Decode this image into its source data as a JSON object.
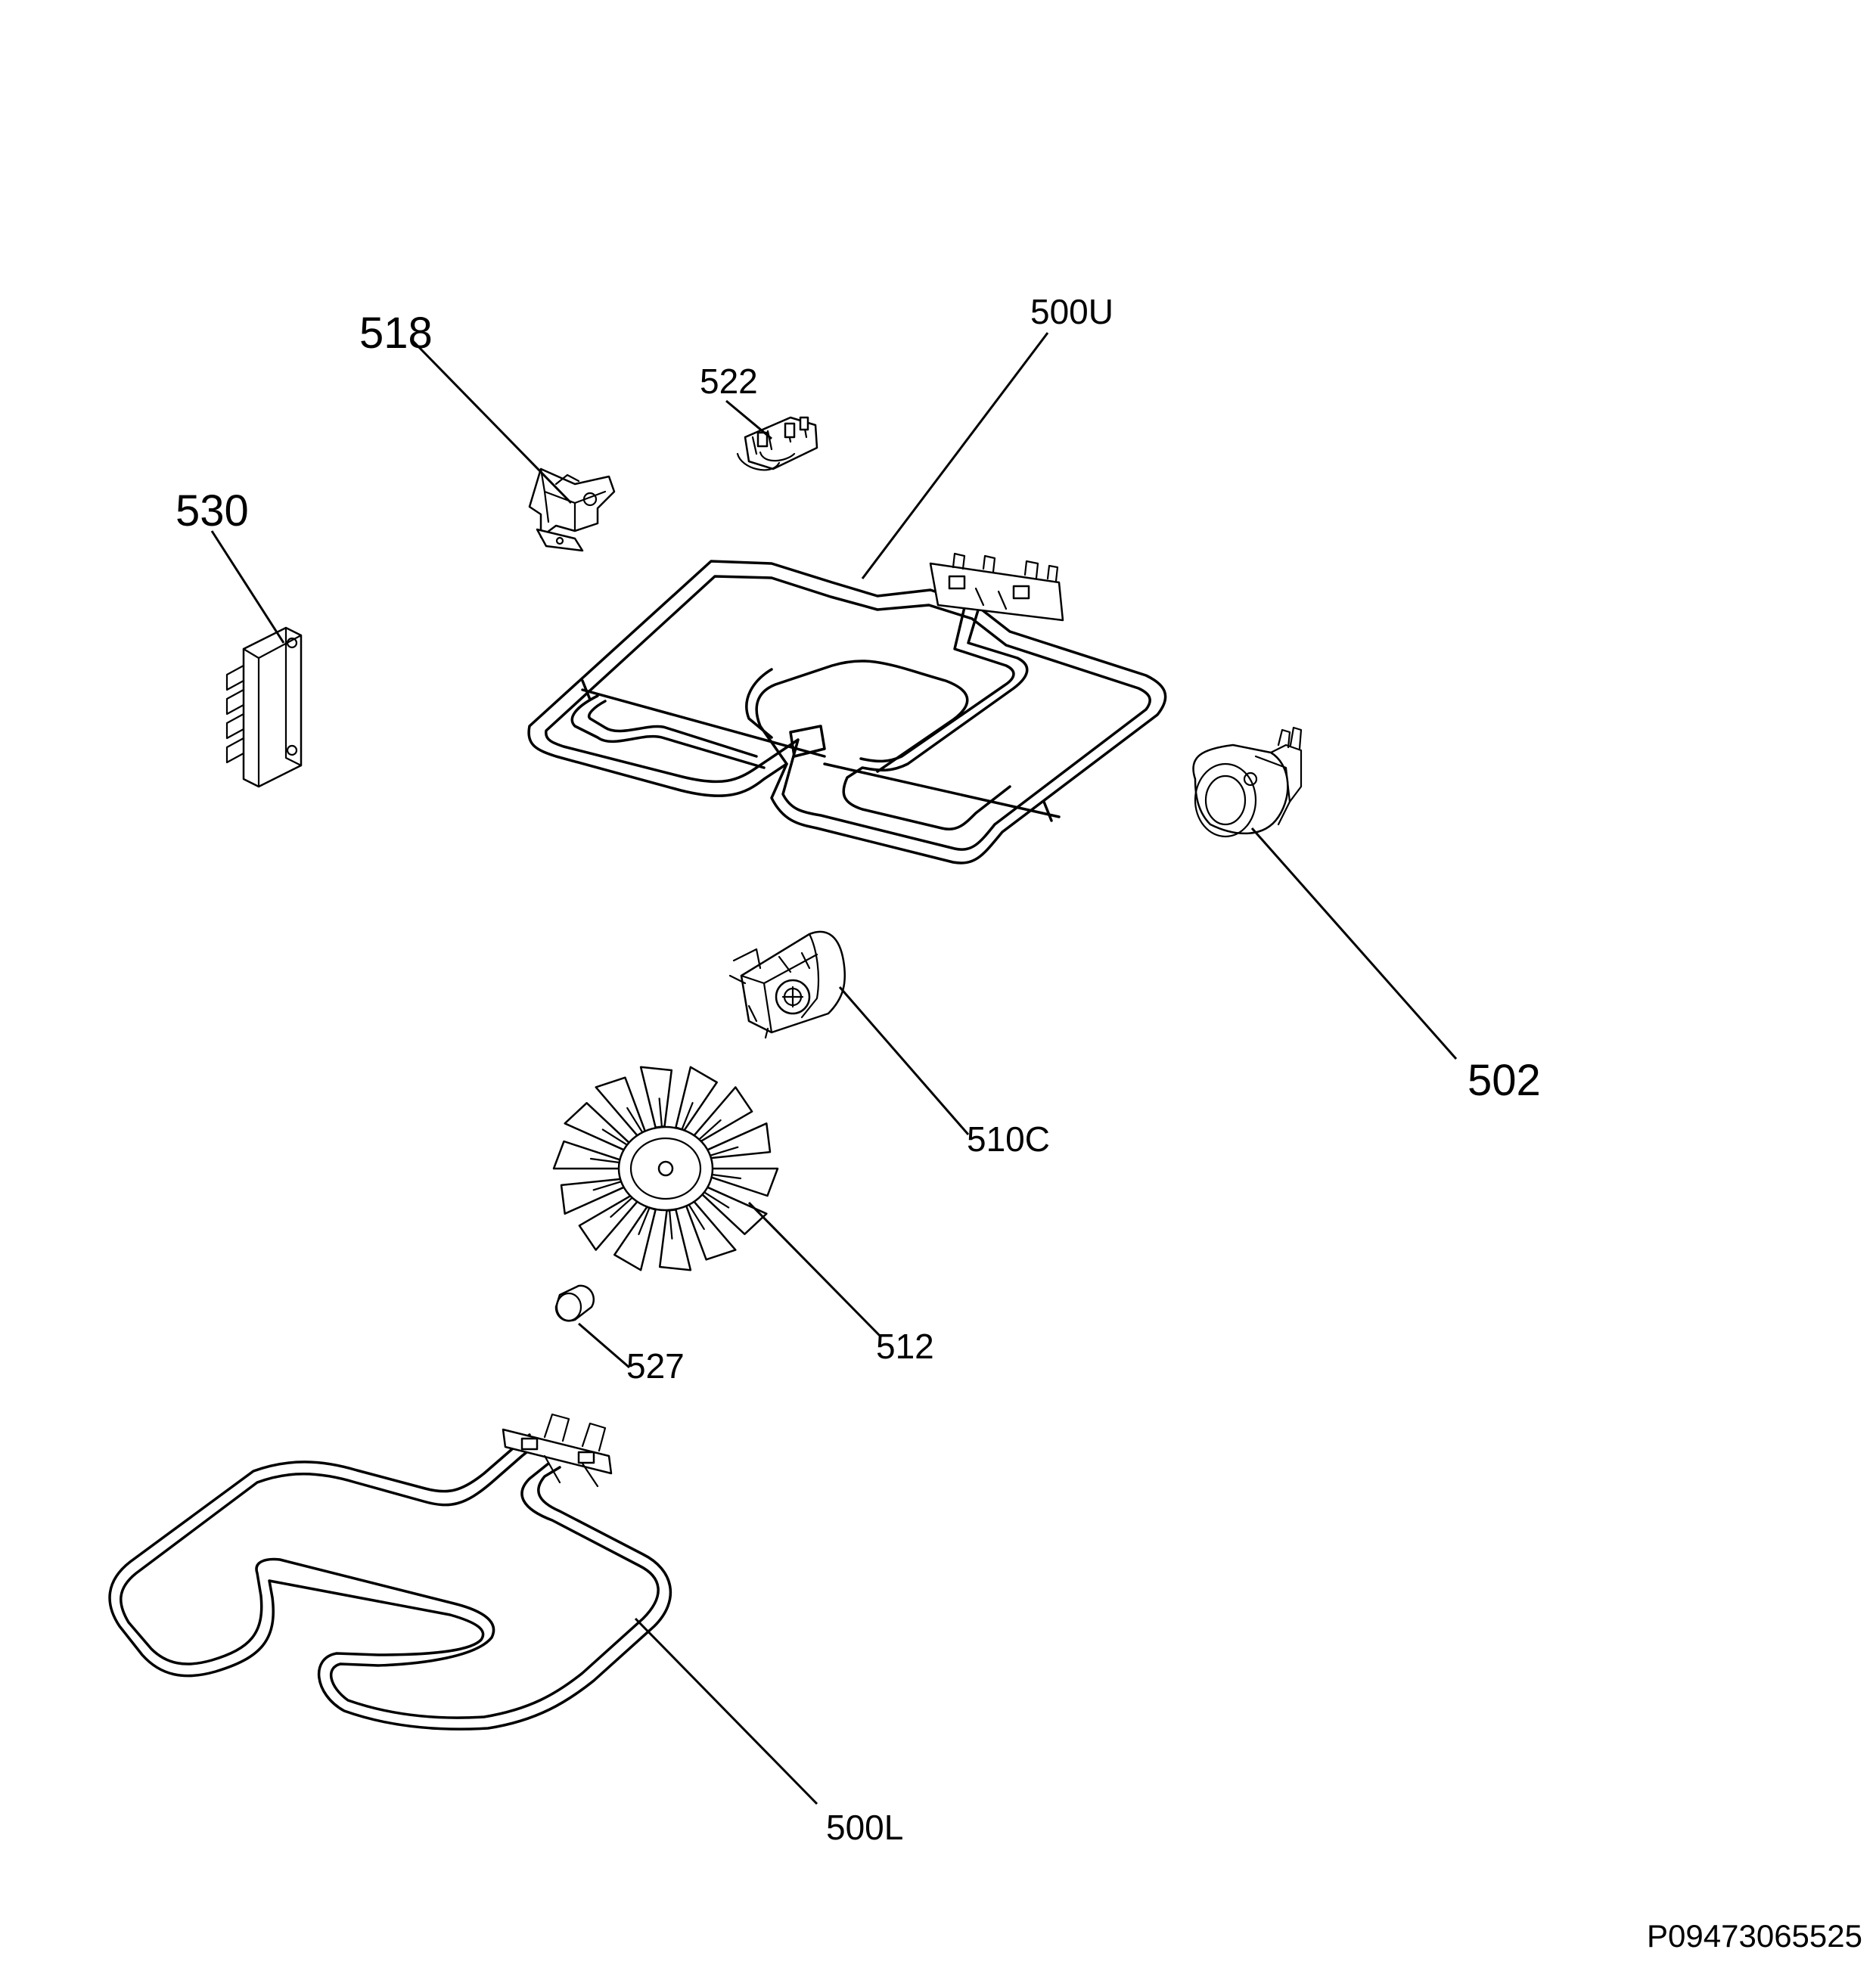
{
  "callouts": {
    "c518": "518",
    "c522": "522",
    "c500U": "500U",
    "c530": "530",
    "c502": "502",
    "c510C": "510C",
    "c512": "512",
    "c527": "527",
    "c500L": "500L"
  },
  "document_code": "P09473065525"
}
